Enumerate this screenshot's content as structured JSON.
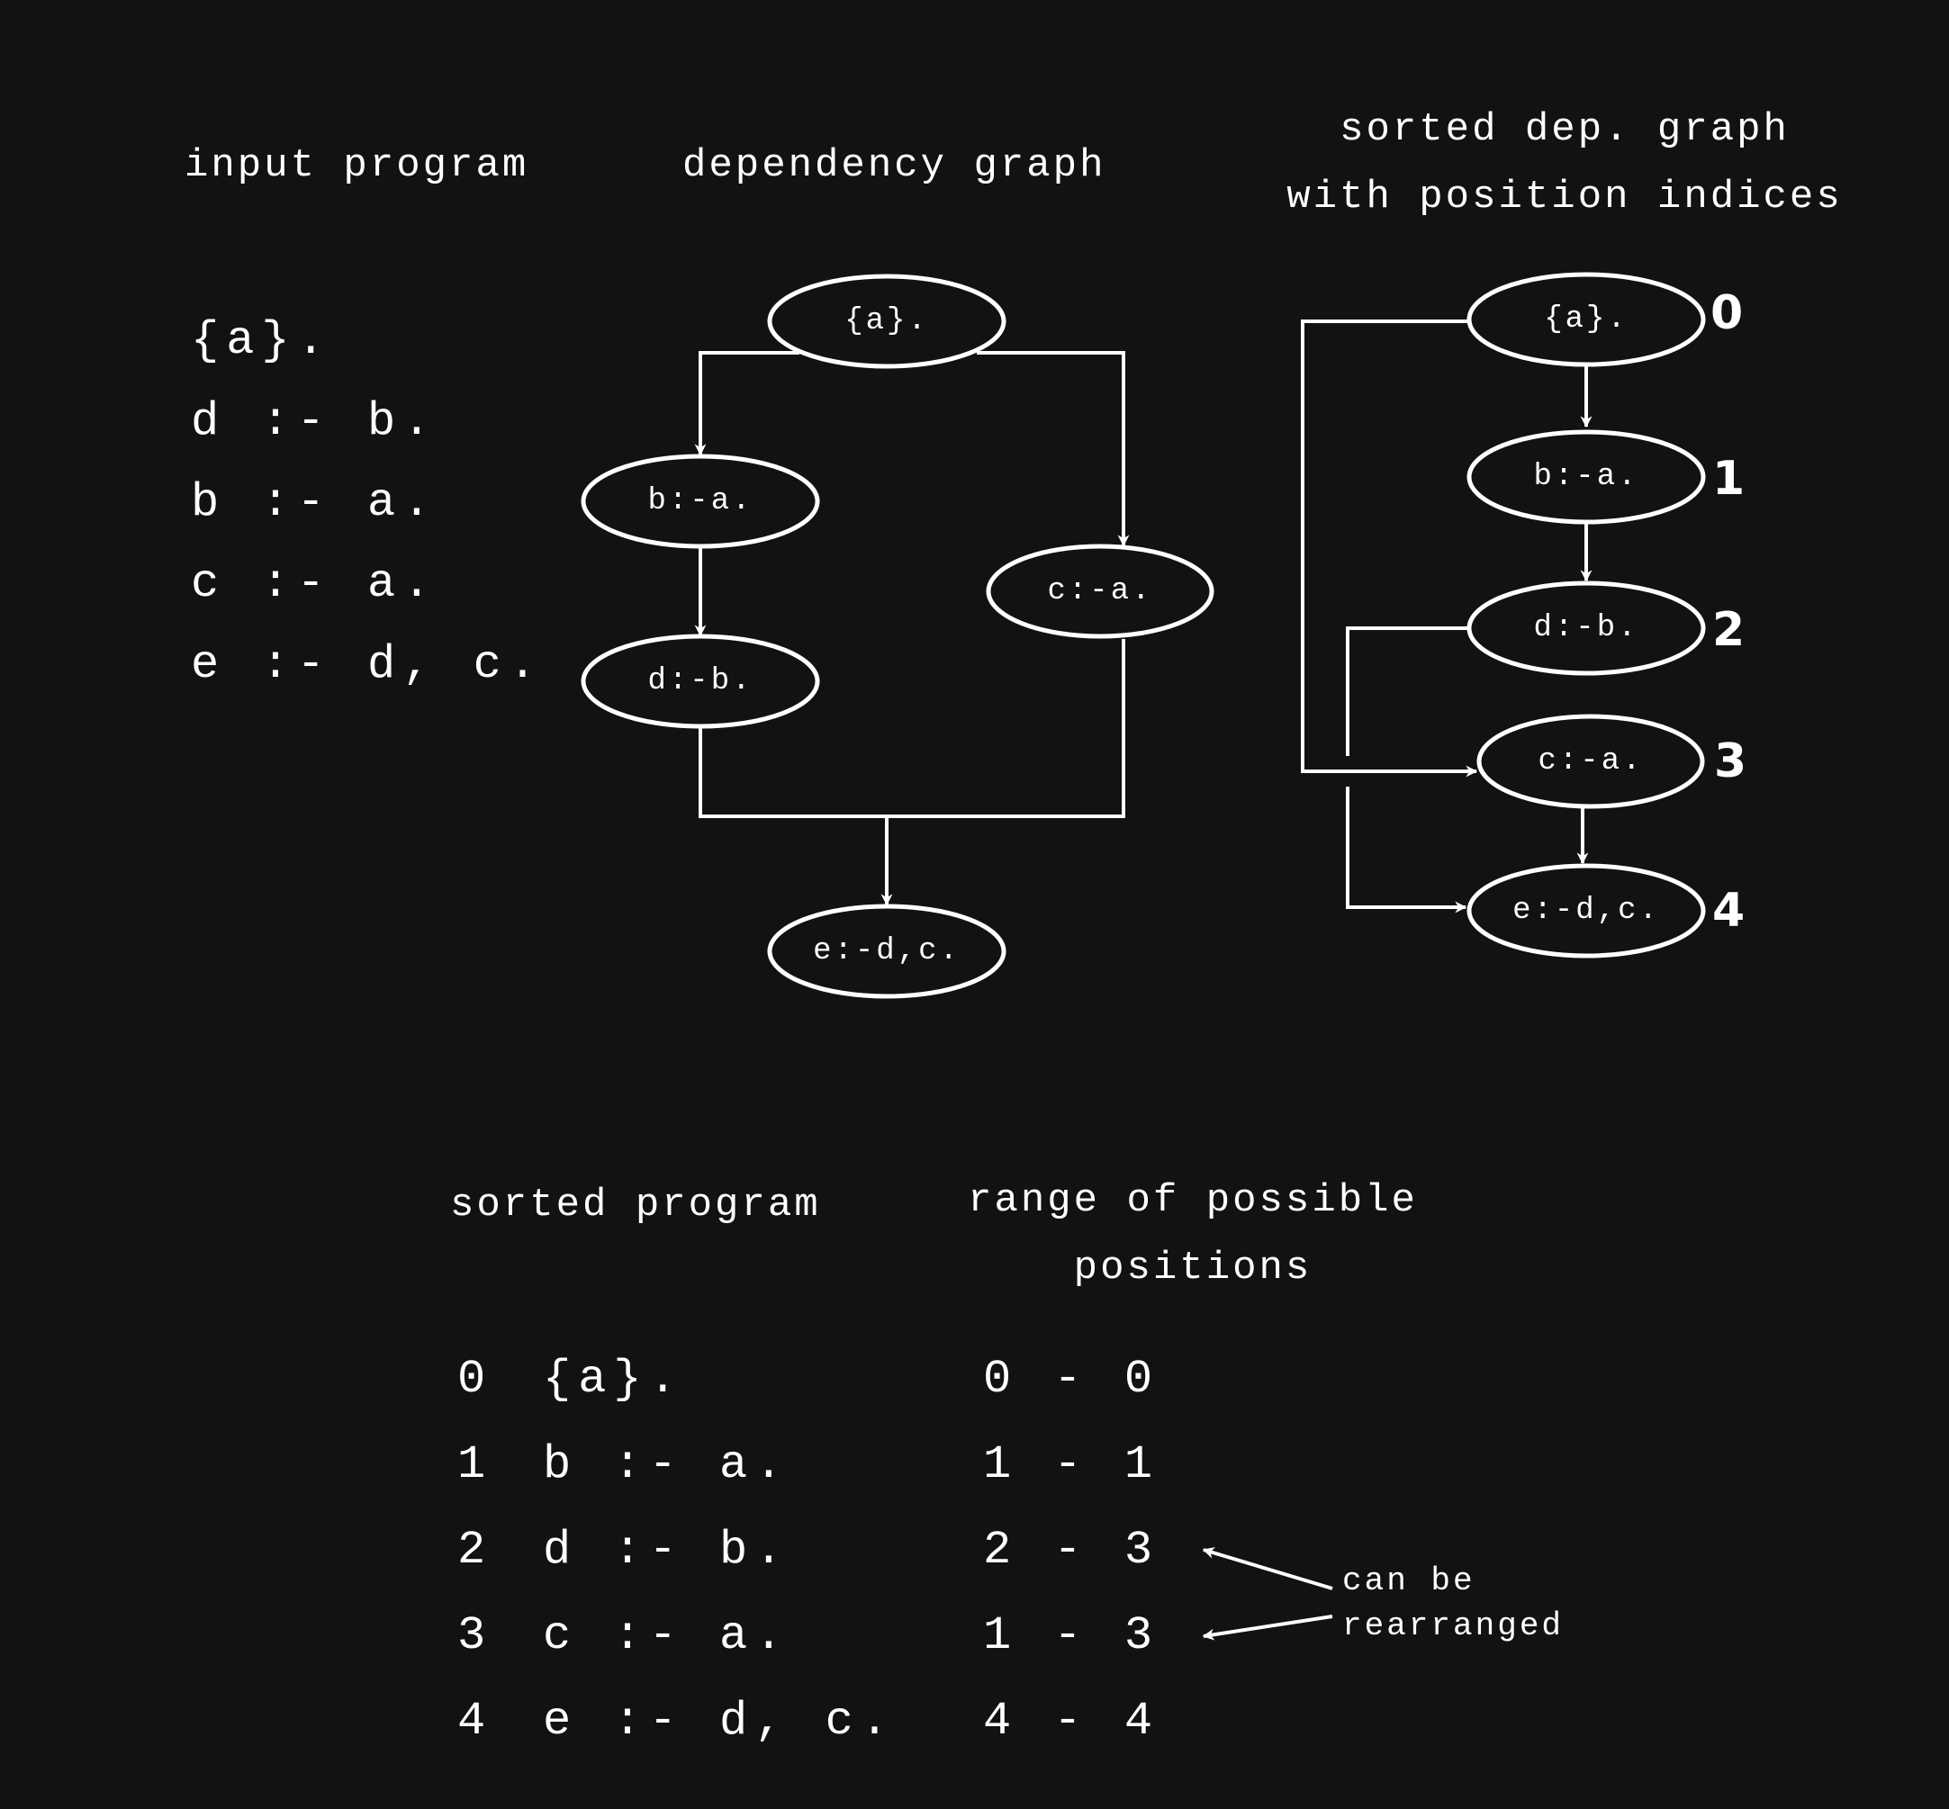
{
  "headers": {
    "input_program": "input program",
    "dependency_graph": "dependency graph",
    "sorted_graph_line1": "sorted dep. graph",
    "sorted_graph_line2": "with position indices",
    "sorted_program": "sorted program",
    "range_line1": "range of possible",
    "range_line2": "positions"
  },
  "input_program": [
    "{a}.",
    "d :- b.",
    "b :- a.",
    "c :- a.",
    "e :- d, c."
  ],
  "dependency_graph": {
    "nodes": {
      "a": "{a}.",
      "b": "b:-a.",
      "c": "c:-a.",
      "d": "d:-b.",
      "e": "e:-d,c."
    },
    "edges": [
      [
        "a",
        "b"
      ],
      [
        "a",
        "c"
      ],
      [
        "b",
        "d"
      ],
      [
        "d",
        "e"
      ],
      [
        "c",
        "e"
      ]
    ]
  },
  "sorted_graph": {
    "nodes": [
      {
        "label": "{a}.",
        "index": "0"
      },
      {
        "label": "b:-a.",
        "index": "1"
      },
      {
        "label": "d:-b.",
        "index": "2"
      },
      {
        "label": "c:-a.",
        "index": "3"
      },
      {
        "label": "e:-d,c.",
        "index": "4"
      }
    ]
  },
  "sorted_program": [
    {
      "pos": "0",
      "rule": "{a}.",
      "range": "0 - 0"
    },
    {
      "pos": "1",
      "rule": "b :- a.",
      "range": "1 - 1"
    },
    {
      "pos": "2",
      "rule": "d :- b.",
      "range": "2 - 3"
    },
    {
      "pos": "3",
      "rule": "c :- a.",
      "range": "1 - 3"
    },
    {
      "pos": "4",
      "rule": "e :- d, c.",
      "range": "4 - 4"
    }
  ],
  "annotation": {
    "line1": "can be",
    "line2": "rearranged"
  }
}
